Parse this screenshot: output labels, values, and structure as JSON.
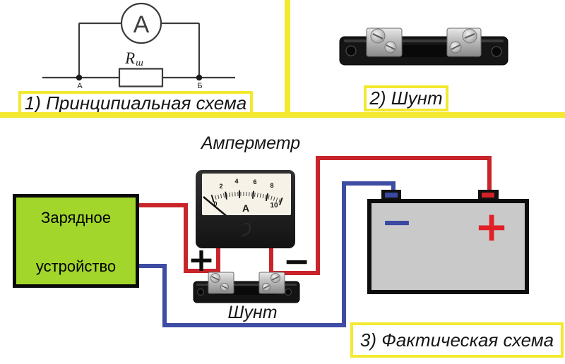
{
  "panel1": {
    "label": "1) Принципиальная схема",
    "ammeter_symbol": "A",
    "resistor_main": "R",
    "resistor_sub": "ш",
    "node_left": "А",
    "node_right": "Б"
  },
  "panel2": {
    "label": "2) Шунт"
  },
  "panel3": {
    "label": "3) Фактическая схема",
    "ammeter_title": "Амперметр",
    "charger_line1": "Зарядное",
    "charger_line2": "устройство",
    "shunt_label": "Шунт",
    "ammeter_plus": "+",
    "ammeter_minus": "−",
    "battery_plus": "+",
    "battery_minus": "−",
    "dial": {
      "unit": "A",
      "ticks": [
        "0",
        "2",
        "4",
        "6",
        "8",
        "10"
      ]
    }
  },
  "colors": {
    "yellow_divider": "#f2e930",
    "charger_green": "#a2d62b",
    "red_wire": "#c8242a",
    "blue_wire": "#3e4ca4",
    "battery_gray": "#c9c9c9",
    "battery_plus_red": "#e01f26",
    "battery_minus_blue": "#3a49a2"
  }
}
